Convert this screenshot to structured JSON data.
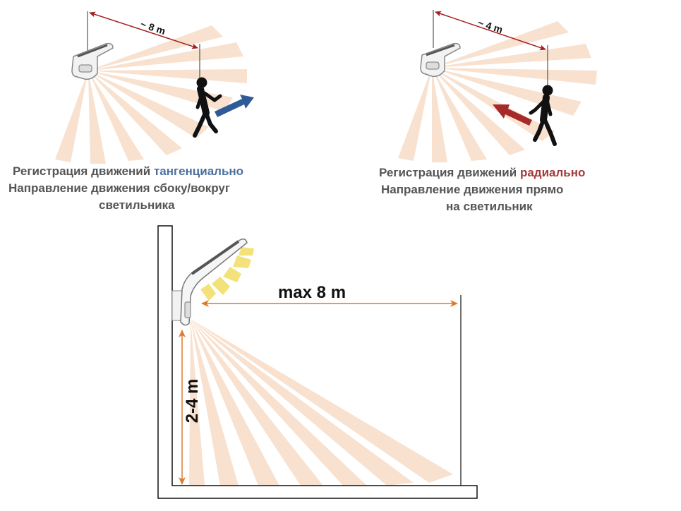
{
  "left_panel": {
    "distance_label": "~ 8 m",
    "caption_line1_prefix": "Регистрация движений ",
    "caption_line1_accent": "тангенциально",
    "caption_line2": "Направление  движения сбоку/вокруг",
    "caption_line3": "светильника"
  },
  "right_panel": {
    "distance_label": "~ 4 m",
    "caption_line1_prefix": "Регистрация движений ",
    "caption_line1_accent": "радиально",
    "caption_line2": "Направление  движения прямо",
    "caption_line3": "на светильник"
  },
  "bottom_panel": {
    "horizontal_label": "max 8 m",
    "vertical_label": "2-4 m"
  },
  "colors": {
    "beam": "#f7dcc7",
    "arrow_tangential": "#2e5b96",
    "arrow_radial": "#a62a2a",
    "dimension_arrow": "#e07a2a",
    "light_rays": "#f3e27a",
    "caption_text": "#555555",
    "accent_blue": "#4a6f9e",
    "accent_red": "#a23a3a"
  },
  "icons": [
    "motion-sensor-lamp-icon",
    "walking-person-icon",
    "direction-arrow-icon",
    "wall-lamp-icon"
  ]
}
